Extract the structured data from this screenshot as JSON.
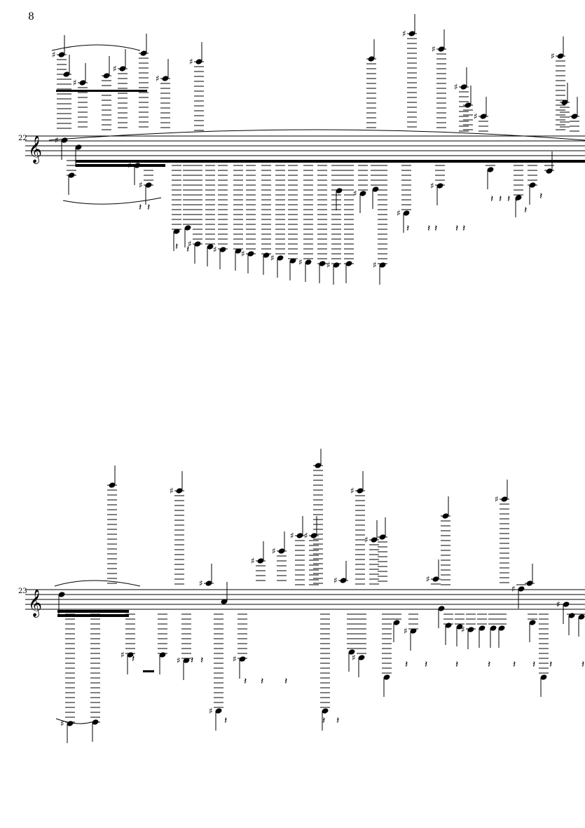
{
  "page": {
    "number": "8"
  },
  "systems": [
    {
      "measure_number": "22"
    },
    {
      "measure_number": "23"
    }
  ]
}
